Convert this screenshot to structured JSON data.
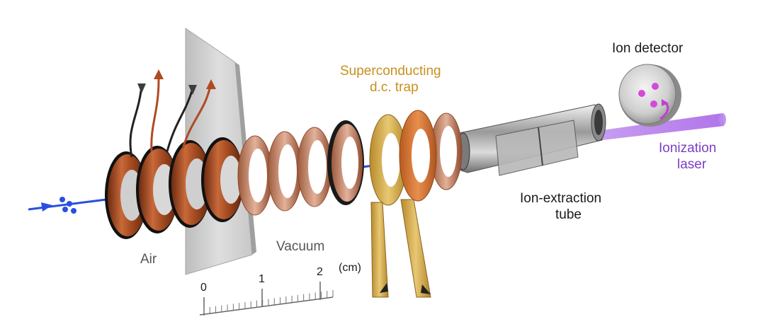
{
  "labels": {
    "ion_detector": "Ion detector",
    "trap_line1": "Superconducting",
    "trap_line2": "d.c. trap",
    "laser_line1": "Ionization",
    "laser_line2": "laser",
    "tube_line1": "Ion-extraction",
    "tube_line2": "tube",
    "air": "Air",
    "vacuum": "Vacuum"
  },
  "scale": {
    "tick_labels": [
      "0",
      "1",
      "2"
    ],
    "unit": "(cm)"
  },
  "colors": {
    "beam": "#2a4fe0",
    "laser": "#9b5ce0",
    "copper": "#b4582a",
    "trap_gold": "#d8b04a",
    "trap_orange": "#d9783a",
    "label_gold": "#c7901e",
    "label_purple": "#7b3fc4",
    "ion_pink": "#d44ad6"
  }
}
